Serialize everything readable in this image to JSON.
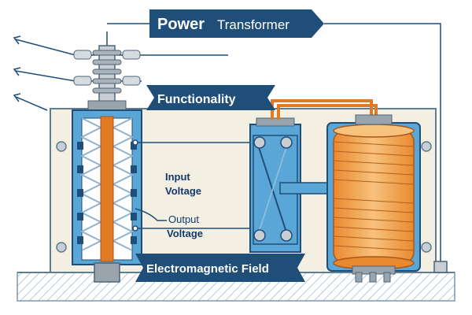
{
  "title": {
    "main": "Power",
    "rest": "Transformer"
  },
  "banner_functionality": "Functionality",
  "label_input_line1": "Input",
  "label_input_line2": "Voltage",
  "label_output_line1": "Output",
  "label_output_line2": "Voltage",
  "banner_field": "Electromagnetic Field",
  "colors": {
    "navy": "#1f4e79",
    "copper": "#e07b24",
    "panel_blue": "#5aa6d6",
    "cream": "#f4efe3",
    "coil_orange": "#f3a24f"
  }
}
